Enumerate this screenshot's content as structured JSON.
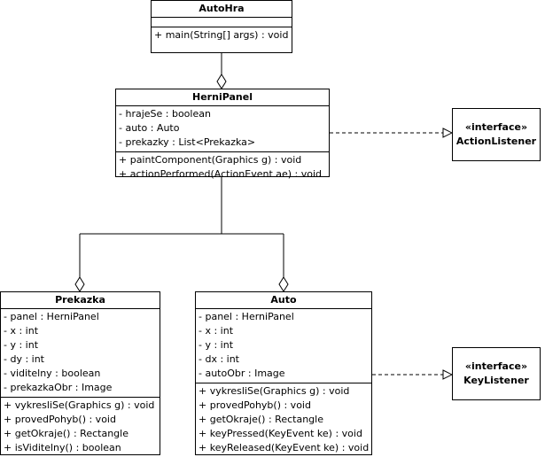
{
  "classes": {
    "autohra": {
      "name": "AutoHra",
      "attributes": [],
      "operations": [
        "+ main(String[] args) : void"
      ]
    },
    "hernipanel": {
      "name": "HerniPanel",
      "attributes": [
        "- hrajeSe : boolean",
        "- auto : Auto",
        "- prekazky : List<Prekazka>"
      ],
      "operations": [
        "+ paintComponent(Graphics g) : void",
        "+ actionPerformed(ActionEvent ae) : void"
      ]
    },
    "prekazka": {
      "name": "Prekazka",
      "attributes": [
        "- panel : HerniPanel",
        "- x : int",
        "- y : int",
        "- dy : int",
        "- viditelny : boolean",
        "- prekazkaObr : Image"
      ],
      "operations": [
        "+ vykresliSe(Graphics g) : void",
        "+ provedPohyb() : void",
        "+ getOkraje() : Rectangle",
        "+ isViditelny() : boolean"
      ]
    },
    "auto": {
      "name": "Auto",
      "attributes": [
        "- panel : HerniPanel",
        "- x : int",
        "- y : int",
        "- dx : int",
        "- autoObr : Image"
      ],
      "operations": [
        "+ vykresliSe(Graphics g) : void",
        "+ provedPohyb() : void",
        "+ getOkraje() : Rectangle",
        "+ keyPressed(KeyEvent ke) : void",
        "+ keyReleased(KeyEvent ke) : void"
      ]
    }
  },
  "interfaces": {
    "actionlistener": {
      "stereotype": "«interface»",
      "name": "ActionListener"
    },
    "keylistener": {
      "stereotype": "«interface»",
      "name": "KeyListener"
    }
  }
}
